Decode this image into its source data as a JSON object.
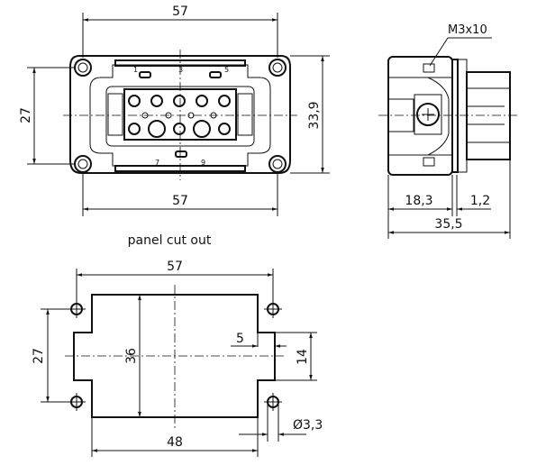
{
  "front_view": {
    "dims": {
      "width_top": "57",
      "width_bottom": "57",
      "hole_pitch": "27",
      "height": "33,9"
    },
    "pin_labels": [
      "1",
      "3",
      "5",
      "7",
      "9"
    ]
  },
  "side_view": {
    "screw_label": "M3x10",
    "dims": {
      "housing": "18,3",
      "flange": "1,2",
      "total": "35,5"
    }
  },
  "cutout": {
    "title": "panel cut out",
    "dims": {
      "hole_pitch_x": "57",
      "width": "48",
      "hole_pitch_y": "27",
      "height": "36",
      "notch_depth": "5",
      "notch_height": "14",
      "hole_diameter": "Ø3,3"
    }
  }
}
